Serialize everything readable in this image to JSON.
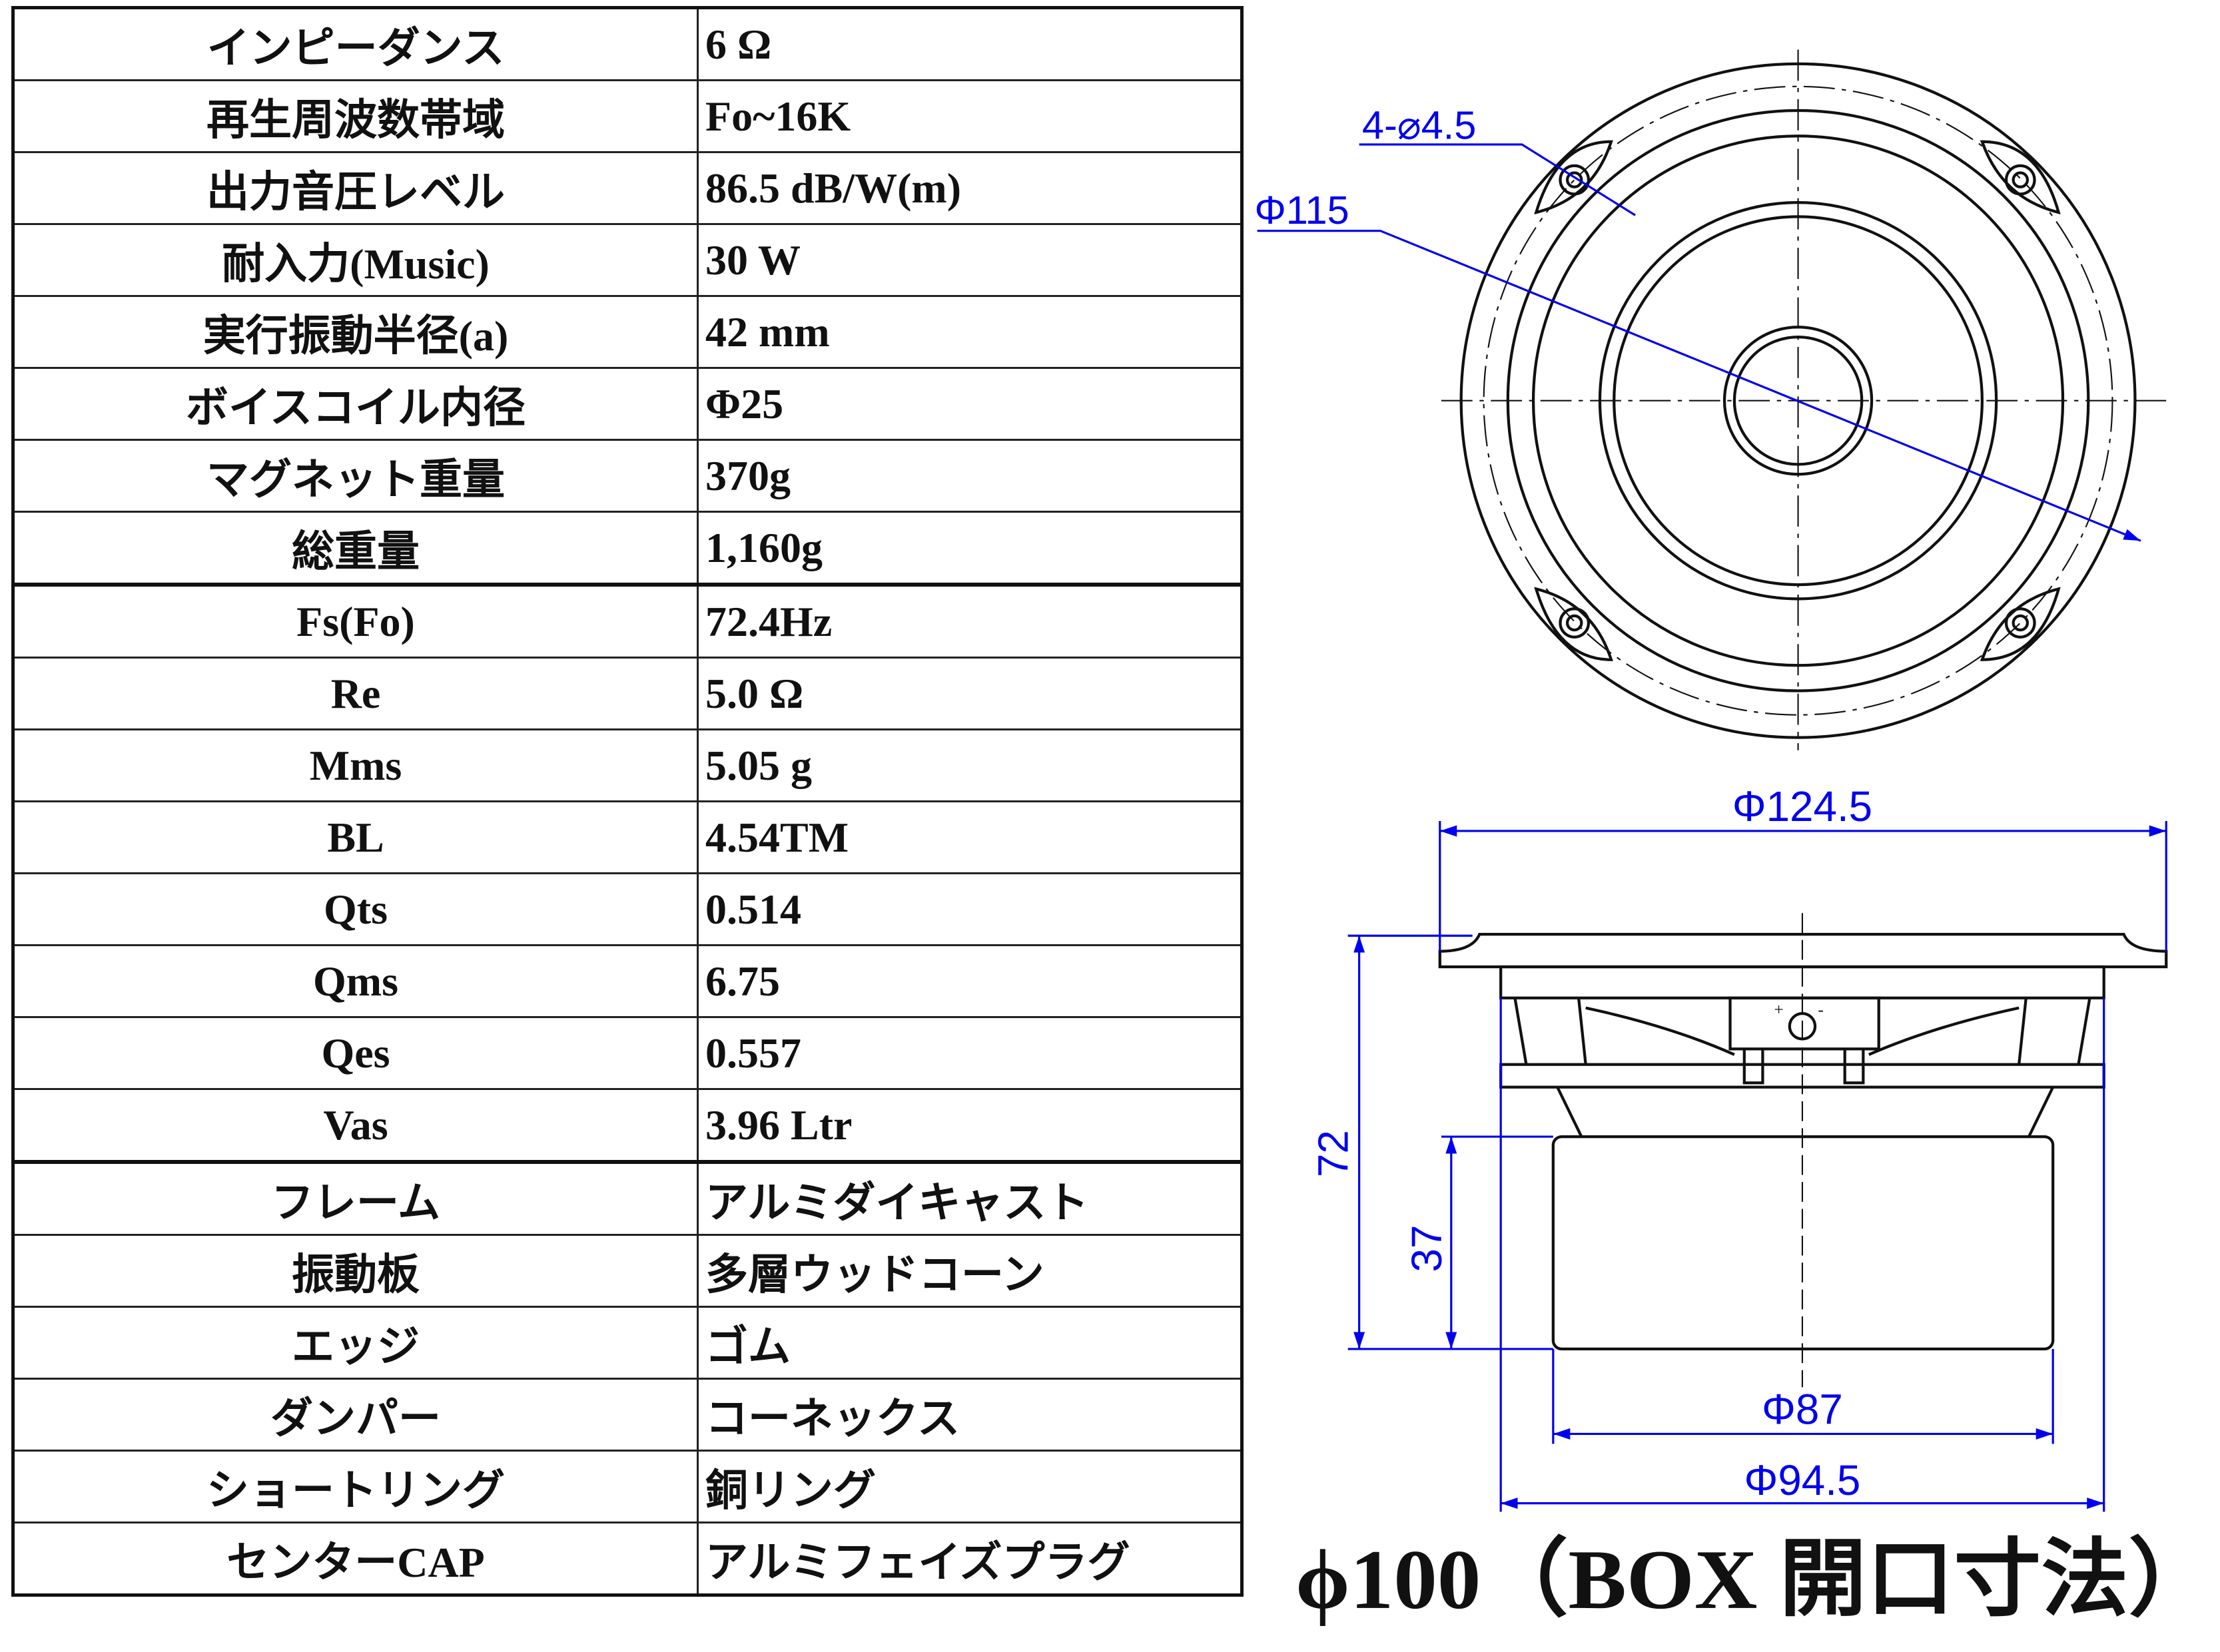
{
  "specs": [
    {
      "label": "インピーダンス",
      "value": "6 Ω"
    },
    {
      "label": "再生周波数帯域",
      "value": "Fo~16K"
    },
    {
      "label": "出力音圧レベル",
      "value": "86.5 dB/W(m)"
    },
    {
      "label": "耐入力(Music)",
      "value": "30 W"
    },
    {
      "label": "実行振動半径(a)",
      "value": "42 mm"
    },
    {
      "label": "ボイスコイル内径",
      "value": "Φ25"
    },
    {
      "label": "マグネット重量",
      "value": "370g"
    },
    {
      "label": "総重量",
      "value": "1,160g"
    },
    {
      "label": "Fs(Fo)",
      "value": "72.4Hz"
    },
    {
      "label": "Re",
      "value": "5.0 Ω"
    },
    {
      "label": "Mms",
      "value": "5.05 g"
    },
    {
      "label": "BL",
      "value": "4.54TM"
    },
    {
      "label": "Qts",
      "value": "0.514"
    },
    {
      "label": "Qms",
      "value": "6.75"
    },
    {
      "label": "Qes",
      "value": "0.557"
    },
    {
      "label": "Vas",
      "value": "3.96 Ltr"
    },
    {
      "label": "フレーム",
      "value": "アルミダイキャスト"
    },
    {
      "label": "振動板",
      "value": "多層ウッドコーン"
    },
    {
      "label": "エッジ",
      "value": "ゴム"
    },
    {
      "label": "ダンパー",
      "value": "コーネックス"
    },
    {
      "label": "ショートリング",
      "value": "銅リング"
    },
    {
      "label": "センターCAP",
      "value": "アルミフェイズプラグ"
    }
  ],
  "dimensions": {
    "holes": "4-⌀4.5",
    "mount_dia": "Φ115",
    "flange_dia": "Φ124.5",
    "magnet_dia": "Φ87",
    "frame_dia": "Φ94.5",
    "depth_total": "72",
    "depth_magnet": "37",
    "plus": "+",
    "minus": "-",
    "cutout": "ϕ100（BOX 開口寸法）"
  },
  "colors": {
    "dimension": "#0000ee",
    "line": "#111111"
  }
}
